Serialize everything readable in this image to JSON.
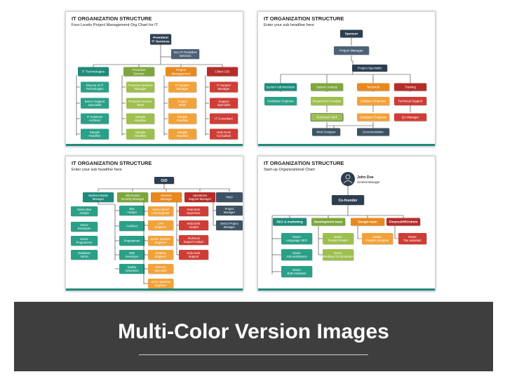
{
  "slides": [
    {
      "title": "IT ORGANIZATION STRUCTURE",
      "subtitle": "Four Levels Project Management Org Chart for IT"
    },
    {
      "title": "IT ORGANIZATION STRUCTURE",
      "subtitle": "Enter your sub headline here"
    },
    {
      "title": "IT ORGANIZATION STRUCTURE",
      "subtitle": "Enter your sub headline here"
    },
    {
      "title": "IT ORGANIZATION STRUCTURE",
      "subtitle": "Start-up Organizational Chart"
    }
  ],
  "chart1": {
    "top": [
      "President",
      "IT Services"
    ],
    "vp": [
      "Vice IT President",
      "Services"
    ],
    "heads": [
      [
        "IT Technologies"
      ],
      [
        "Proactive",
        "Service"
      ],
      [
        "Project",
        "Management"
      ],
      [
        "Client CIO"
      ]
    ],
    "columns": [
      [
        [
          "Director of IT",
          "Technologies"
        ],
        [
          "Senior Support",
          "Specialist"
        ],
        [
          "IT Solutions",
          "Architect"
        ],
        [
          "Sample",
          "Headline"
        ]
      ],
      [
        [
          "Proactive Services",
          "Manager"
        ],
        [
          "Proactive Service",
          "Team"
        ],
        [
          "Sample",
          "Headline"
        ],
        [
          "Sample",
          "Headline"
        ]
      ],
      [
        [
          "IT Support",
          "Manager"
        ],
        [
          "Project",
          "Team"
        ],
        [
          "Sample",
          "Headline"
        ],
        [
          "Sample",
          "Headline"
        ]
      ],
      [
        [
          "IT Support",
          "Manager"
        ],
        [
          "Support",
          "Specialist"
        ],
        [
          "IT Consultant"
        ],
        [
          "Help Desk",
          "Consultant"
        ]
      ]
    ]
  },
  "chart2": {
    "sponsor": "Sponsor",
    "pm": "Project Manager",
    "ps": "Project Specialist",
    "heads": [
      "System Administrator",
      "System Analyst",
      "Technical",
      "Training"
    ],
    "second": [
      "Hardware Engineer",
      "Requirement Analyst",
      "Software Engineer",
      "Technical Support"
    ],
    "third": [
      "Technical Clerk",
      "Database Engineer",
      "QA Manager"
    ],
    "bottom": [
      "Web Designer",
      "Documentation"
    ]
  },
  "chart3": {
    "top": "CIO",
    "heads": [
      [
        "Implementation",
        "Manager"
      ],
      [
        "Information",
        "Security Manager"
      ],
      [
        "Network",
        "Manager"
      ],
      [
        "Operations",
        "Support Manager"
      ],
      [
        "PMO"
      ]
    ],
    "col1": [
      [
        "Senior Bsa",
        "Analyst"
      ],
      [
        "Senior",
        "Developer"
      ],
      [
        "Senior",
        "Programmer"
      ],
      [
        "Database",
        "Admin"
      ]
    ],
    "col2": [
      [
        "Bsa",
        "Analyst"
      ],
      [
        "Architect"
      ],
      [
        "Programmer"
      ],
      [
        "Web",
        "Developer"
      ],
      [
        "Quality",
        "Assurance"
      ]
    ],
    "col3": [
      [
        "Senior WAN/",
        "LAN Engineer"
      ],
      [
        "LAN",
        "Engineer"
      ],
      [
        "Senior Systems",
        "Engineer"
      ],
      [
        "Systems",
        "Engineer"
      ],
      [
        "Telecom",
        "Specialist"
      ],
      [
        "Junior Systems",
        "Engineer"
      ]
    ],
    "col4": [
      [
        "Help Desk",
        "Supervisor"
      ],
      [
        "Help Desk",
        "Analyst"
      ],
      [
        "Technical",
        "Support Analyst"
      ],
      [
        "Help Desk",
        "Support"
      ]
    ],
    "col5": [
      [
        "Project",
        "Manager"
      ],
      [
        "Senior Project",
        "Manager"
      ]
    ]
  },
  "chart4": {
    "person_name": "John Doe",
    "person_role": "General Manager",
    "cofounder": "Co-founder",
    "heads": [
      "SEO & marketing",
      "Development team",
      "Design team",
      "Finance/HR/Admin"
    ],
    "name": "Name",
    "seo": [
      "Language SEO",
      "Ads assistance",
      "B2B Assistant"
    ],
    "dev": [
      "Product leader",
      "Desktop OS developer"
    ],
    "design": "Graphic designer",
    "finance": "Tax assistant"
  },
  "banner": {
    "text": "Multi-Color Version Images"
  },
  "colors": {
    "navy": "#2d3e50",
    "slate": "#3d5263",
    "teal": "#1e8a7a",
    "green": "#7da63c",
    "orange": "#e8891f",
    "red": "#b52d2a",
    "tealLight": "#2aa088",
    "greenLight": "#9dbf4e",
    "orangeLight": "#f2a23a",
    "redLight": "#cf3d36",
    "purple": "#4d6278"
  }
}
